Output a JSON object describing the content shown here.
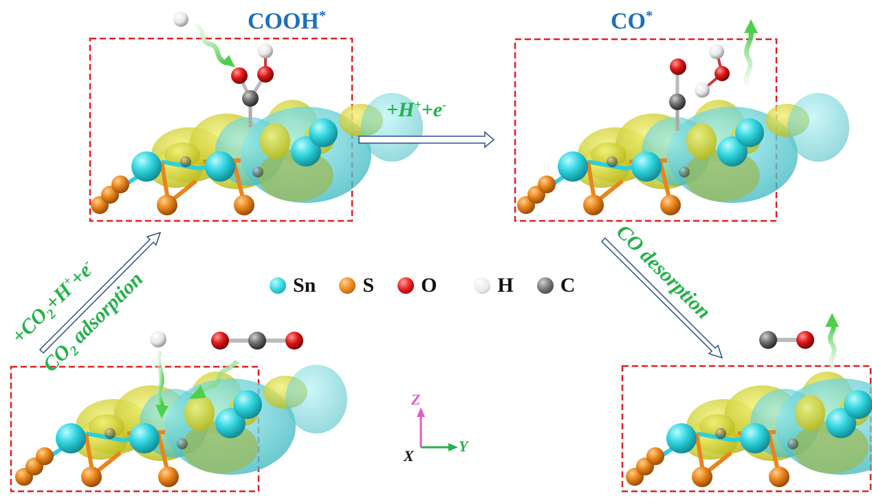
{
  "states": {
    "cooh": {
      "label": "COOH",
      "sup": "*"
    },
    "co": {
      "label": "CO",
      "sup": "*"
    }
  },
  "steps": {
    "h_transfer": {
      "label": "+H",
      "sup1": "+",
      "mid": "+e",
      "sup2": "-"
    },
    "co2_adsorption": {
      "line1_a": "+CO",
      "line1_sub": "2",
      "line1_b": "+H",
      "line1_sup1": "+",
      "line1_c": "+e",
      "line1_sup2": "-",
      "line2_a": "CO",
      "line2_sub": "2",
      "line2_b": " adsorption"
    },
    "co_desorption": {
      "label": "CO desorption"
    }
  },
  "legend": [
    {
      "symbol": "Sn",
      "color": "#2fd4de"
    },
    {
      "symbol": "S",
      "color": "#e8851c"
    },
    {
      "symbol": "O",
      "color": "#e01818"
    },
    {
      "symbol": "H",
      "color": "#eeeeee"
    },
    {
      "symbol": "C",
      "color": "#7a7a7a"
    }
  ],
  "axes": {
    "z": "Z",
    "y": "Y",
    "x": "X"
  },
  "colors": {
    "frame": "#e0201e",
    "arrow": "#2a4e8c",
    "green_arrow": "#4ccf4c",
    "state_label": "#1f6fb8",
    "step_label": "#22b24a",
    "density_yellow": "#d8d82a",
    "density_cyan": "#5fd6dc"
  }
}
